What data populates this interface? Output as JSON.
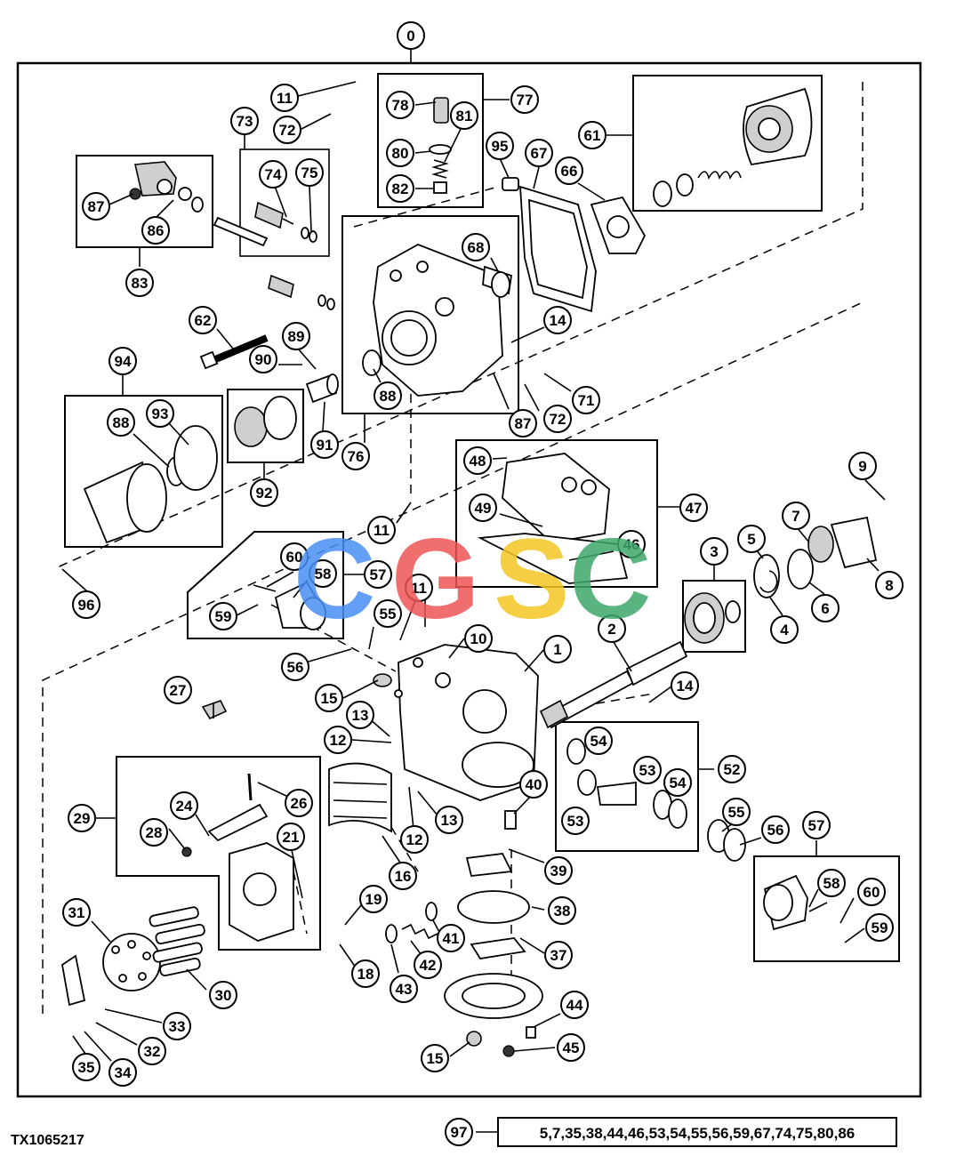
{
  "diagram_id": "TX1065217",
  "reference_callout": {
    "number": "97",
    "parts_list": "5,7,35,38,44,46,53,54,55,56,59,67,74,75,80,86"
  },
  "watermark": {
    "letters": [
      "C",
      "G",
      "S",
      "C"
    ],
    "colors": [
      "#4a8ff5",
      "#ee5555",
      "#f5c623",
      "#3ea86a"
    ]
  },
  "callouts": {
    "n0": "0",
    "n1": "1",
    "n2": "2",
    "n3": "3",
    "n4": "4",
    "n5": "5",
    "n6": "6",
    "n7": "7",
    "n8": "8",
    "n9": "9",
    "n10": "10",
    "n11a": "11",
    "n11b": "11",
    "n11c": "11",
    "n12a": "12",
    "n12b": "12",
    "n13a": "13",
    "n13b": "13",
    "n14a": "14",
    "n14b": "14",
    "n15a": "15",
    "n15b": "15",
    "n16": "16",
    "n18": "18",
    "n19": "19",
    "n21": "21",
    "n24": "24",
    "n26": "26",
    "n27": "27",
    "n28": "28",
    "n29": "29",
    "n30": "30",
    "n31": "31",
    "n32": "32",
    "n33": "33",
    "n34": "34",
    "n35": "35",
    "n37": "37",
    "n38": "38",
    "n39": "39",
    "n40": "40",
    "n41": "41",
    "n42": "42",
    "n43": "43",
    "n44": "44",
    "n45": "45",
    "n46": "46",
    "n47": "47",
    "n48": "48",
    "n49": "49",
    "n52": "52",
    "n53a": "53",
    "n53b": "53",
    "n54a": "54",
    "n54b": "54",
    "n55a": "55",
    "n55b": "55",
    "n56a": "56",
    "n56b": "56",
    "n57a": "57",
    "n57b": "57",
    "n58a": "58",
    "n58b": "58",
    "n59a": "59",
    "n59b": "59",
    "n60a": "60",
    "n60b": "60",
    "n61": "61",
    "n62": "62",
    "n66": "66",
    "n67": "67",
    "n68": "68",
    "n71": "71",
    "n72a": "72",
    "n72b": "72",
    "n73": "73",
    "n74": "74",
    "n75": "75",
    "n76": "76",
    "n77": "77",
    "n78": "78",
    "n80": "80",
    "n81": "81",
    "n82": "82",
    "n83": "83",
    "n86": "86",
    "n87a": "87",
    "n87b": "87",
    "n88a": "88",
    "n88b": "88",
    "n89": "89",
    "n90": "90",
    "n91": "91",
    "n92": "92",
    "n93": "93",
    "n94": "94",
    "n95": "95",
    "n96": "96"
  }
}
